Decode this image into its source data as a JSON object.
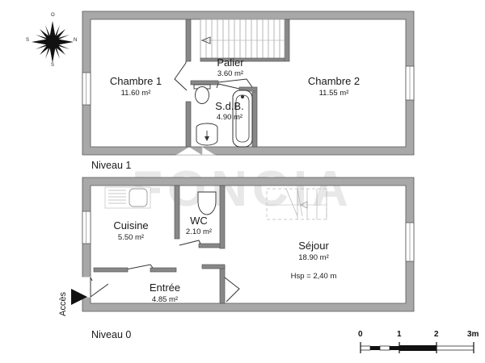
{
  "document": {
    "type": "floor-plan",
    "watermark": "FONCIA",
    "background_color": "#ffffff",
    "wall_fill": "#a8a8a8",
    "wall_stroke": "#4d4d4d",
    "text_color": "#1a1a1a"
  },
  "compass": {
    "name": "compass-rose",
    "top_letter": "O",
    "right_letter": "N",
    "left_letter": "S",
    "bottom_letter": "S"
  },
  "levels": [
    {
      "id": "niveau-1",
      "label": "Niveau 1",
      "rooms": [
        {
          "name": "Chambre 1",
          "area": "11.60 m²"
        },
        {
          "name": "Palier",
          "area": "3.60 m²"
        },
        {
          "name": "S.d.B.",
          "area": "4.90 m²"
        },
        {
          "name": "Chambre 2",
          "area": "11.55 m²"
        }
      ]
    },
    {
      "id": "niveau-0",
      "label": "Niveau 0",
      "access_label": "Accès",
      "rooms": [
        {
          "name": "Cuisine",
          "area": "5.50 m²"
        },
        {
          "name": "WC",
          "area": "2.10 m²"
        },
        {
          "name": "Séjour",
          "area": "18.90 m²",
          "height_note": "Hsp =  2,40 m"
        },
        {
          "name": "Entrée",
          "area": "4.85 m²"
        }
      ]
    }
  ],
  "scale_bar": {
    "name": "scale-bar",
    "ticks": [
      "0",
      "1",
      "2",
      "3m"
    ]
  }
}
